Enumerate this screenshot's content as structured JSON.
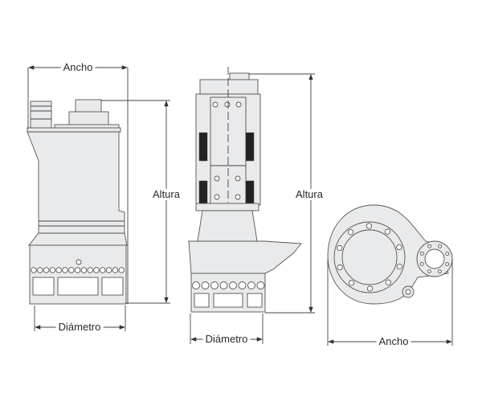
{
  "labels": {
    "left_width": "Ancho",
    "left_height": "Altura",
    "left_diameter": "Diámetro",
    "middle_height": "Altura",
    "middle_diameter": "Diámetro",
    "right_width": "Ancho"
  },
  "colors": {
    "fill": "#e9eaeb",
    "stroke": "#555555",
    "text": "#2a2a2a"
  }
}
